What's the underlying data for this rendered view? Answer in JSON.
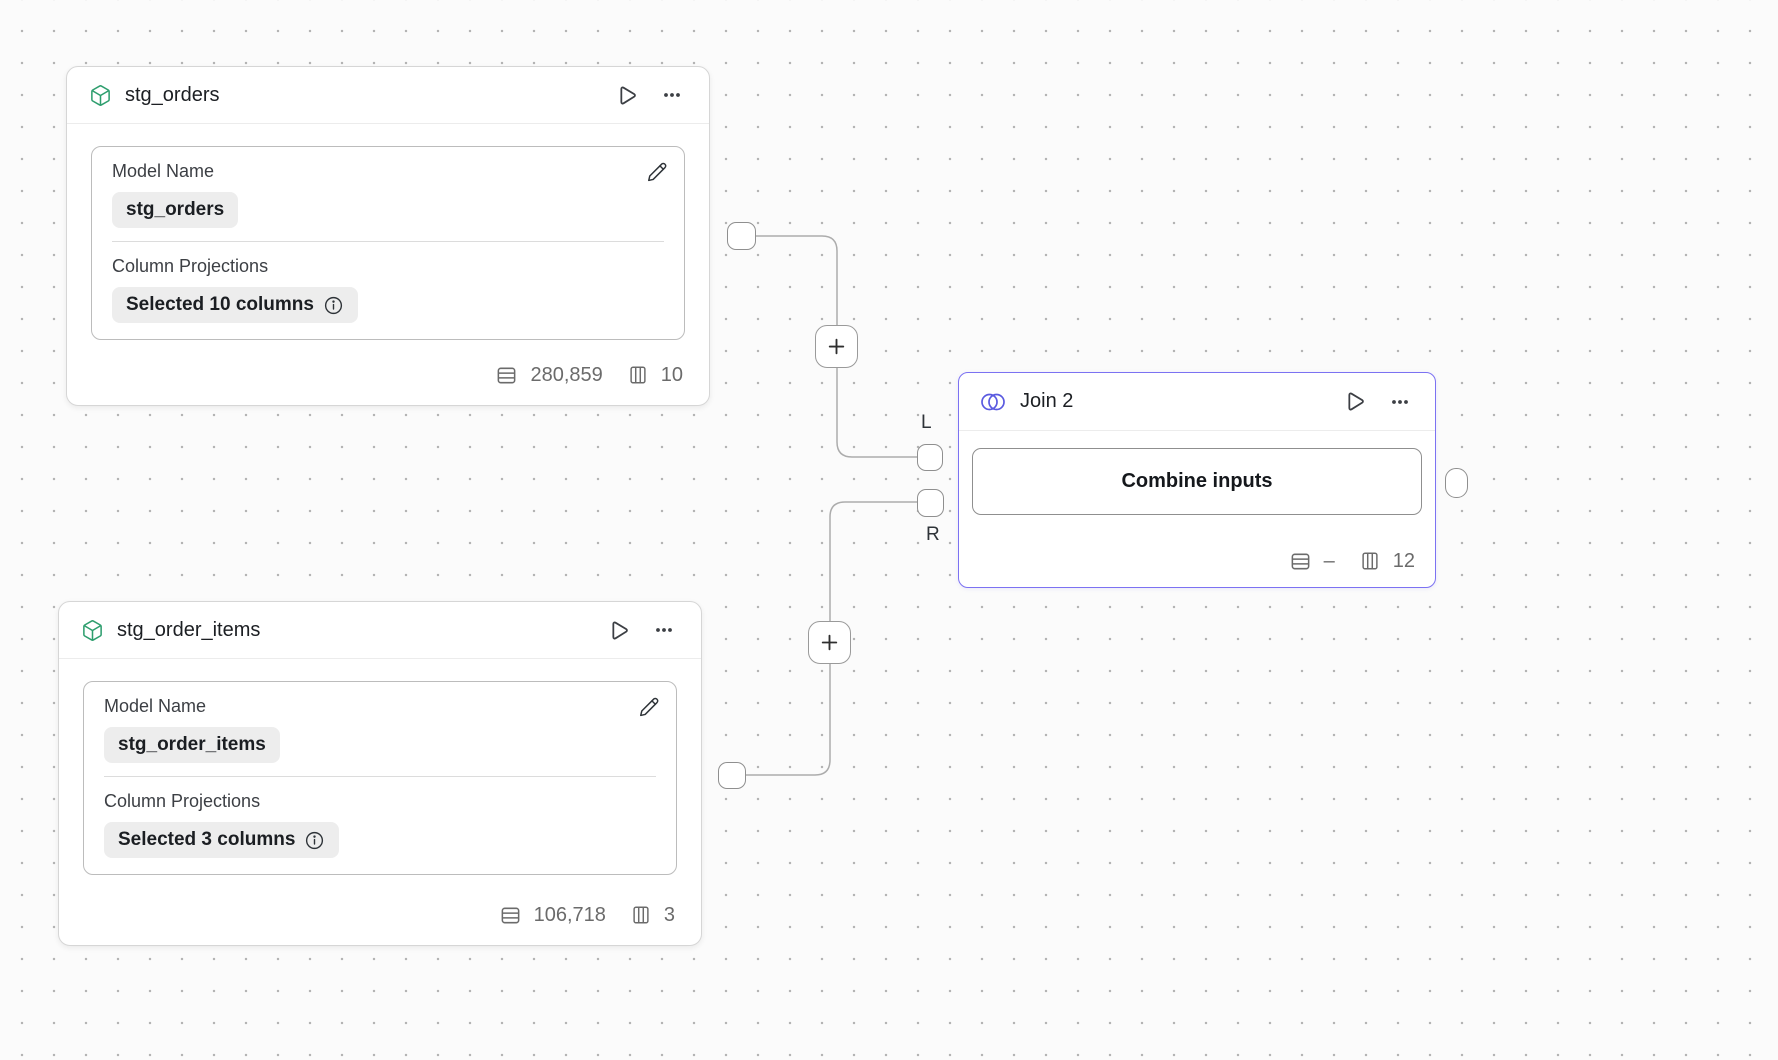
{
  "canvas": {
    "background_color": "#fbfbfb",
    "dot_grid_color": "#b4b4b4",
    "accent_purple": "#7c72f2",
    "accent_green": "#2e9e6e",
    "accent_indigo": "#5a5ae0",
    "edge_color": "#acacac"
  },
  "icons": {
    "model": "cube-icon",
    "run": "play-icon",
    "menu": "ellipsis-icon",
    "edit": "pencil-icon",
    "info": "info-icon",
    "row_count": "table-rows-icon",
    "column_count": "table-columns-icon",
    "join": "venn-icon",
    "add": "plus-icon"
  },
  "nodes": {
    "stg_orders": {
      "title": "stg_orders",
      "model_name_label": "Model Name",
      "model_name_value": "stg_orders",
      "projections_label": "Column Projections",
      "projections_value": "Selected 10 columns",
      "row_count": "280,859",
      "column_count": "10"
    },
    "stg_order_items": {
      "title": "stg_order_items",
      "model_name_label": "Model Name",
      "model_name_value": "stg_order_items",
      "projections_label": "Column Projections",
      "projections_value": "Selected 3 columns",
      "row_count": "106,718",
      "column_count": "3"
    },
    "join": {
      "title": "Join 2",
      "combine_button_label": "Combine inputs",
      "row_count": "–",
      "column_count": "12",
      "left_port_label": "L",
      "right_port_label": "R"
    }
  }
}
